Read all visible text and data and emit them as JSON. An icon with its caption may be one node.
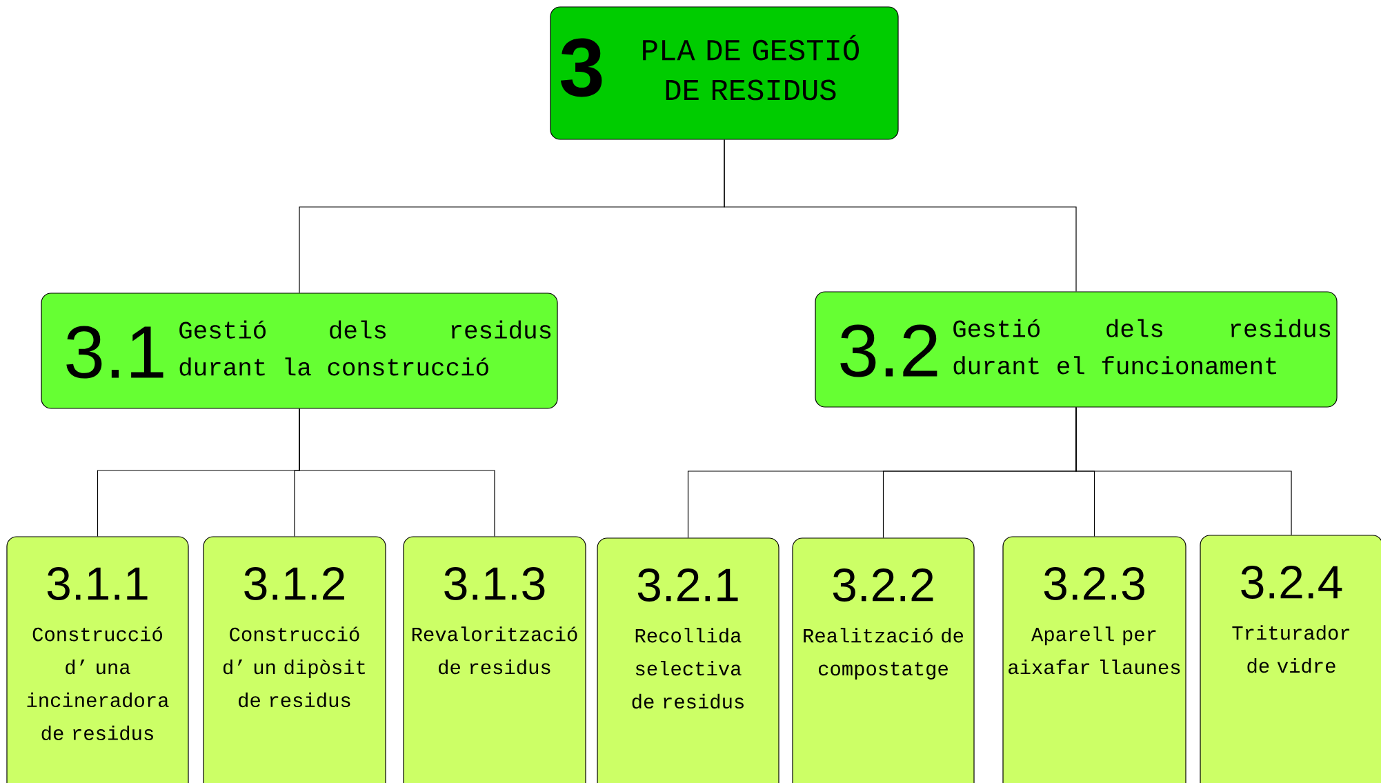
{
  "diagram": {
    "nodes": [
      {
        "text": [
          "3",
          "PLA DE GESTIÓ DE RESIDUS"
        ]
      },
      {
        "text": [
          "3.1",
          "Gestió dels residus durant la construcció"
        ]
      },
      {
        "text": [
          "3.2",
          "Gestió dels residus durant el funcionament"
        ]
      },
      {
        "text": [
          "3.1.1",
          "Construcció d’ una incineradora de residus"
        ]
      },
      {
        "text": [
          "3.1.2",
          "Construcció d’ un dipòsit de residus"
        ]
      },
      {
        "text": [
          "3.1.3",
          "Revalorització de residus"
        ]
      },
      {
        "text": [
          "3.2.1",
          "Recollida selectiva de residus"
        ]
      },
      {
        "text": [
          "3.2.2",
          "Realització de compostatge"
        ]
      },
      {
        "text": [
          "3.2.3",
          "Aparell per aixafar llaunes"
        ]
      },
      {
        "text": [
          "3.2.4",
          "Triturador de vidre"
        ]
      }
    ],
    "edges": [
      {
        "from": 0,
        "to": 1,
        "arrow": "none"
      },
      {
        "from": 0,
        "to": 2,
        "arrow": "none"
      },
      {
        "from": 1,
        "to": 3,
        "arrow": "none"
      },
      {
        "from": 1,
        "to": 4,
        "arrow": "none"
      },
      {
        "from": 1,
        "to": 5,
        "arrow": "none"
      },
      {
        "from": 2,
        "to": 6,
        "arrow": "none"
      },
      {
        "from": 2,
        "to": 7,
        "arrow": "none"
      },
      {
        "from": 2,
        "to": 8,
        "arrow": "none"
      },
      {
        "from": 2,
        "to": 9,
        "arrow": "none"
      }
    ]
  }
}
